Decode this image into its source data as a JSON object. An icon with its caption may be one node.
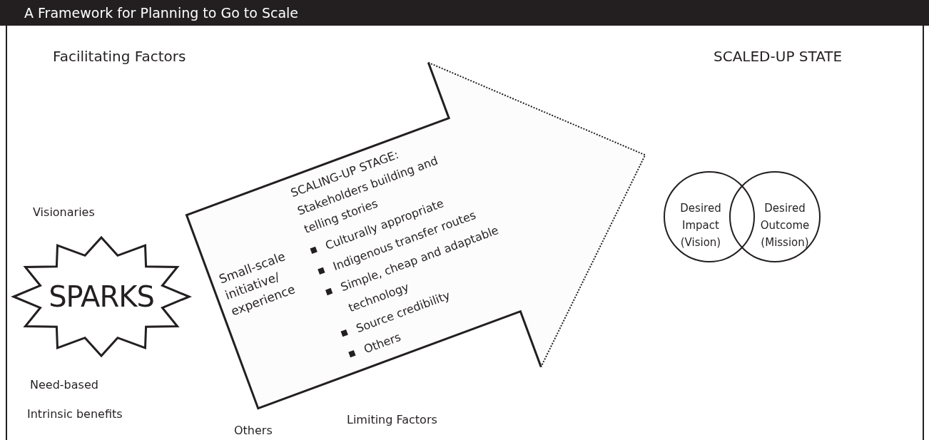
{
  "diagram": {
    "title": "A Framework for Planning to Go to Scale",
    "nodes": [
      {
        "text": [
          "SPARKS"
        ]
      },
      {
        "text": [
          "Small-scale initiative/ experience",
          "SCALING-UP STAGE: Stakeholders building and telling stories",
          "Culturally appropriate",
          "Indigenous transfer routes",
          "Simple, cheap and adaptable technology",
          "Source credibility",
          "Others"
        ]
      },
      {
        "text": [
          "Desired Impact (Vision)"
        ]
      },
      {
        "text": [
          "Desired Outcome (Mission)"
        ]
      }
    ],
    "labels": [
      "Facilitating Factors",
      "SCALED-UP STATE",
      "Visionaries",
      "Need-based",
      "Intrinsic benefits",
      "Limiting Factors",
      "Others"
    ]
  }
}
